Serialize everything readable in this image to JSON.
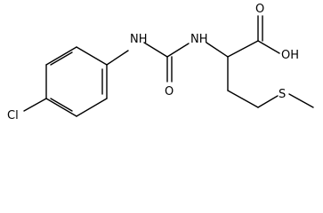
{
  "molecule": {
    "atoms": {
      "nh_left": "NH",
      "nh_right": "NH",
      "carbonyl_o": "O",
      "acid_o": "O",
      "acid_oh": "OH",
      "sulfur": "S",
      "chlorine": "Cl"
    }
  }
}
